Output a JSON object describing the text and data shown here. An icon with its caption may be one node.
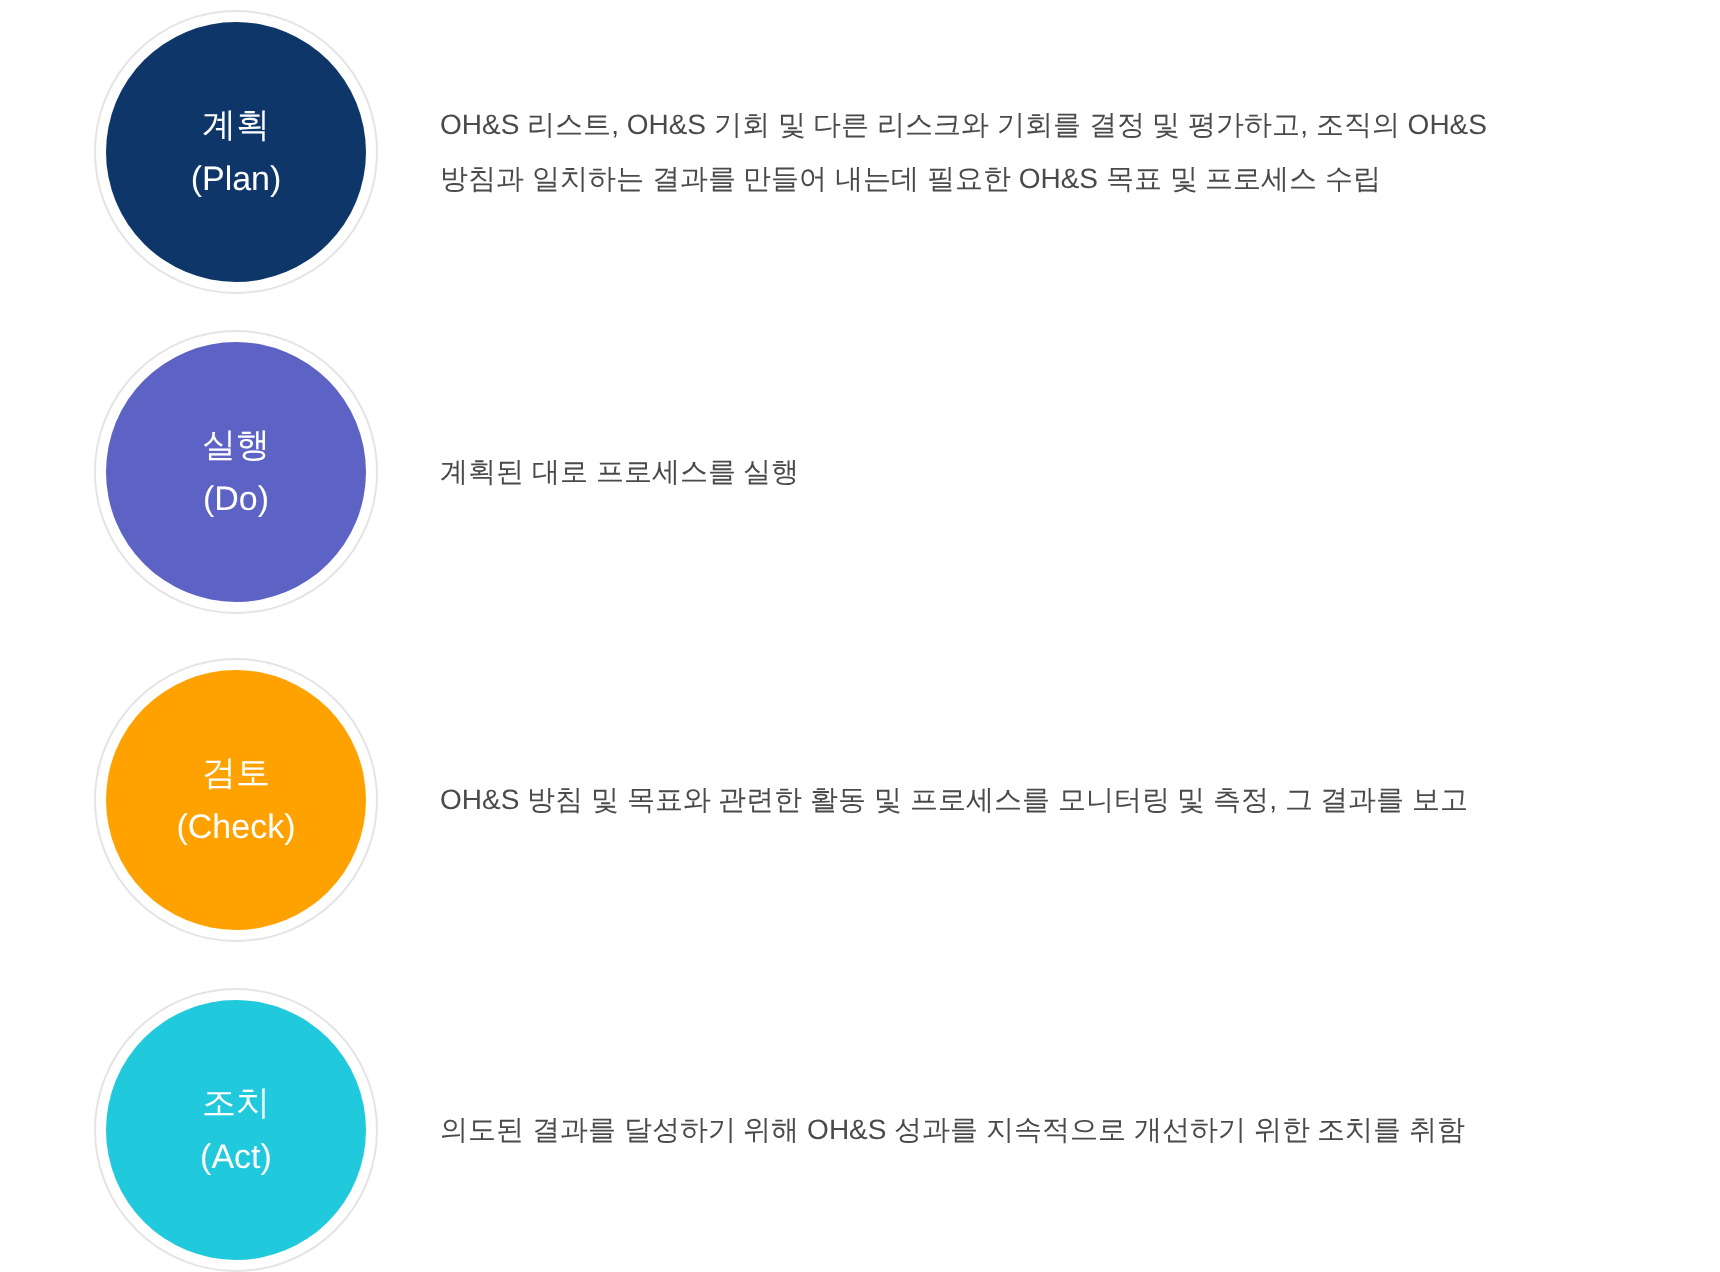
{
  "diagram": {
    "nodes": [
      {
        "text": [
          "계획",
          "(Plan)"
        ],
        "beside": [
          "OH&S 리스트, OH&S 기회 및 다른 리스크와 기회를 결정 및 평가하고, 조직의 OH&S 방침과 일치하는 결과를 만들어 내는데 필요한 OH&S 목표 및 프로세스 수립"
        ]
      },
      {
        "text": [
          "실행",
          "(Do)"
        ],
        "beside": [
          "계획된 대로 프로세스를 실행"
        ]
      },
      {
        "text": [
          "검토",
          "(Check)"
        ],
        "beside": [
          "OH&S 방침 및 목표와 관련한 활동 및 프로세스를 모니터링 및 측정, 그 결과를 보고"
        ]
      },
      {
        "text": [
          "조치",
          "(Act)"
        ],
        "beside": [
          "의도된 결과를 달성하기 위해 OH&S 성과를 지속적으로 개선하기 위한 조치를 취함"
        ]
      }
    ]
  }
}
